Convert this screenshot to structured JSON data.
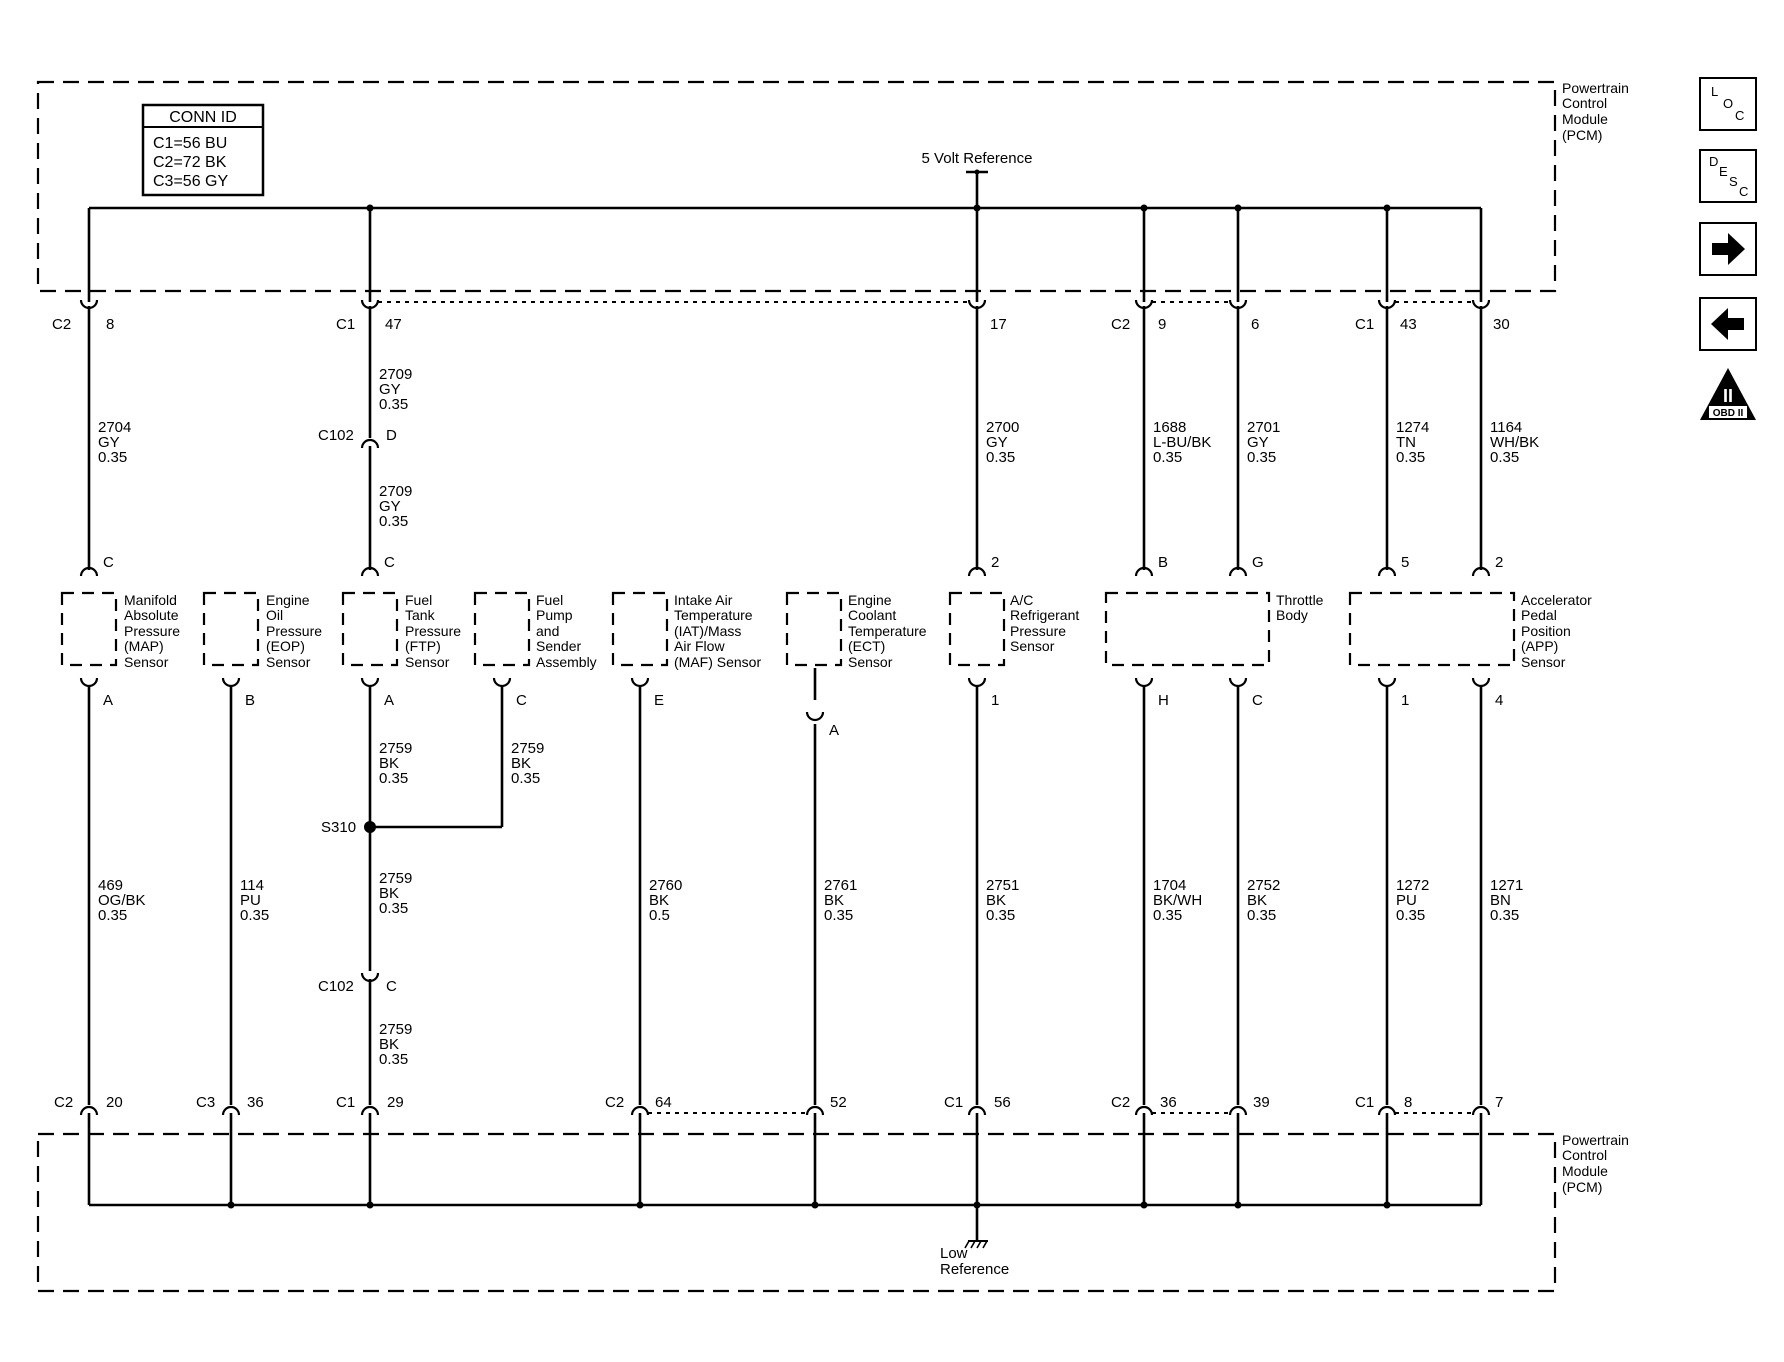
{
  "conn_id": {
    "title": "CONN ID",
    "lines": [
      "C1=56 BU",
      "C2=72 BK",
      "C3=56 GY"
    ]
  },
  "pcm_top_label": [
    "Powertrain",
    "Control",
    "Module",
    "(PCM)"
  ],
  "pcm_bottom_label": [
    "Powertrain",
    "Control",
    "Module",
    "(PCM)"
  ],
  "five_volt_label": "5 Volt Reference",
  "low_ref_label": [
    "Low",
    "Reference"
  ],
  "top_terminals": [
    {
      "conn": "C2",
      "pin": "8"
    },
    {
      "conn": "C1",
      "pin": "47"
    },
    {
      "conn": "",
      "pin": "17"
    },
    {
      "conn": "C2",
      "pin": "9"
    },
    {
      "conn": "",
      "pin": "6"
    },
    {
      "conn": "C1",
      "pin": "43"
    },
    {
      "conn": "",
      "pin": "30"
    }
  ],
  "bottom_terminals": [
    {
      "conn": "C2",
      "pin": "20"
    },
    {
      "conn": "C3",
      "pin": "36"
    },
    {
      "conn": "C1",
      "pin": "29"
    },
    {
      "conn": "C2",
      "pin": "64"
    },
    {
      "conn": "",
      "pin": "52"
    },
    {
      "conn": "C1",
      "pin": "56"
    },
    {
      "conn": "C2",
      "pin": "36"
    },
    {
      "conn": "",
      "pin": "39"
    },
    {
      "conn": "C1",
      "pin": "8"
    },
    {
      "conn": "",
      "pin": "7"
    }
  ],
  "upper_wires": [
    {
      "circuit": "2704",
      "color": "GY",
      "size": "0.35"
    },
    {
      "circuit": "2709",
      "color": "GY",
      "size": "0.35"
    },
    {
      "circuit": "2709",
      "color": "GY",
      "size": "0.35"
    },
    {
      "circuit": "2700",
      "color": "GY",
      "size": "0.35"
    },
    {
      "circuit": "1688",
      "color": "L-BU/BK",
      "size": "0.35"
    },
    {
      "circuit": "2701",
      "color": "GY",
      "size": "0.35"
    },
    {
      "circuit": "1274",
      "color": "TN",
      "size": "0.35"
    },
    {
      "circuit": "1164",
      "color": "WH/BK",
      "size": "0.35"
    }
  ],
  "lower_wires": [
    {
      "circuit": "469",
      "color": "OG/BK",
      "size": "0.35"
    },
    {
      "circuit": "114",
      "color": "PU",
      "size": "0.35"
    },
    {
      "circuit": "2759",
      "color": "BK",
      "size": "0.35"
    },
    {
      "circuit": "2759",
      "color": "BK",
      "size": "0.35"
    },
    {
      "circuit": "2759",
      "color": "BK",
      "size": "0.35"
    },
    {
      "circuit": "2759",
      "color": "BK",
      "size": "0.35"
    },
    {
      "circuit": "2760",
      "color": "BK",
      "size": "0.5"
    },
    {
      "circuit": "2761",
      "color": "BK",
      "size": "0.35"
    },
    {
      "circuit": "2751",
      "color": "BK",
      "size": "0.35"
    },
    {
      "circuit": "1704",
      "color": "BK/WH",
      "size": "0.35"
    },
    {
      "circuit": "2752",
      "color": "BK",
      "size": "0.35"
    },
    {
      "circuit": "1272",
      "color": "PU",
      "size": "0.35"
    },
    {
      "circuit": "1271",
      "color": "BN",
      "size": "0.35"
    }
  ],
  "inline_connectors": [
    {
      "name": "C102",
      "pin": "D"
    },
    {
      "name": "C102",
      "pin": "C"
    }
  ],
  "splice": "S310",
  "sensors": [
    {
      "label": [
        "Manifold",
        "Absolute",
        "Pressure",
        "(MAP)",
        "Sensor"
      ],
      "top_pin": "C",
      "bottom_pin": "A"
    },
    {
      "label": [
        "Engine",
        "Oil",
        "Pressure",
        "(EOP)",
        "Sensor"
      ],
      "top_pin": "",
      "bottom_pin": "B"
    },
    {
      "label": [
        "Fuel",
        "Tank",
        "Pressure",
        "(FTP)",
        "Sensor"
      ],
      "top_pin": "C",
      "bottom_pin": "A"
    },
    {
      "label": [
        "Fuel",
        "Pump",
        "and",
        "Sender",
        "Assembly"
      ],
      "top_pin": "",
      "bottom_pin": "C"
    },
    {
      "label": [
        "Intake Air",
        "Temperature",
        "(IAT)/Mass",
        "Air Flow",
        "(MAF) Sensor"
      ],
      "top_pin": "",
      "bottom_pin": "E"
    },
    {
      "label": [
        "Engine",
        "Coolant",
        "Temperature",
        "(ECT)",
        "Sensor"
      ],
      "top_pin": "",
      "bottom_pin": "A"
    },
    {
      "label": [
        "A/C",
        "Refrigerant",
        "Pressure",
        "Sensor"
      ],
      "top_pin": "2",
      "bottom_pin": "1"
    },
    {
      "label": [
        "Throttle",
        "Body"
      ],
      "top_pins": [
        "B",
        "G"
      ],
      "bottom_pins": [
        "H",
        "C"
      ]
    },
    {
      "label": [
        "Accelerator",
        "Pedal",
        "Position",
        "(APP)",
        "Sensor"
      ],
      "top_pins": [
        "5",
        "2"
      ],
      "bottom_pins": [
        "1",
        "4"
      ]
    }
  ],
  "nav_buttons": {
    "loc": [
      "L",
      "O",
      "C"
    ],
    "desc": [
      "D",
      "E",
      "S",
      "C"
    ],
    "next": "right-arrow-icon",
    "prev": "left-arrow-icon",
    "obd": {
      "numeral": "II",
      "text": "OBD II"
    }
  }
}
